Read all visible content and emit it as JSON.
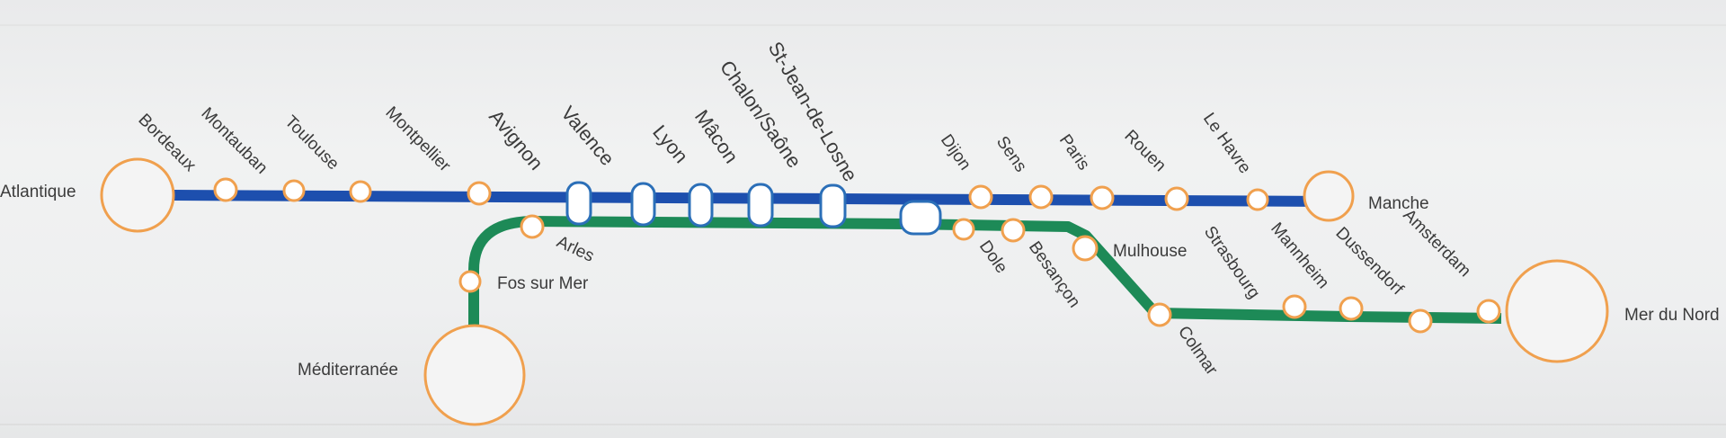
{
  "colors": {
    "blue_line": "#1d4fae",
    "green_line": "#1d8a57",
    "station_ring": "#f0a04e",
    "shared_station_ring": "#2b6fb8",
    "terminus_ring": "#f0a04e",
    "label": "#3b3b3b"
  },
  "lines": [
    {
      "id": "blue",
      "name": "",
      "color_key": "blue_line"
    },
    {
      "id": "green",
      "name": "",
      "color_key": "green_line"
    }
  ],
  "termini": {
    "atlantique": "Atlantique",
    "manche": "Manche",
    "mediterranee": "Méditerranée",
    "mer_du_nord": "Mer du Nord"
  },
  "stations": {
    "bordeaux": "Bordeaux",
    "montauban": "Montauban",
    "toulouse": "Toulouse",
    "montpellier": "Montpellier",
    "avignon": "Avignon",
    "valence": "Valence",
    "lyon": "Lyon",
    "macon": "Mâcon",
    "chalon": "Chalon/Saône",
    "st_jean": "St-Jean-de-Losne",
    "dijon": "Dijon",
    "sens": "Sens",
    "paris": "Paris",
    "rouen": "Rouen",
    "le_havre": "Le Havre",
    "arles": "Arles",
    "fos": "Fos sur Mer",
    "dole": "Dole",
    "besancon": "Besançon",
    "mulhouse": "Mulhouse",
    "colmar": "Colmar",
    "strasbourg": "Strasbourg",
    "mannheim": "Mannheim",
    "dussendorf": "Dussendorf",
    "amsterdam": "Amsterdam"
  }
}
